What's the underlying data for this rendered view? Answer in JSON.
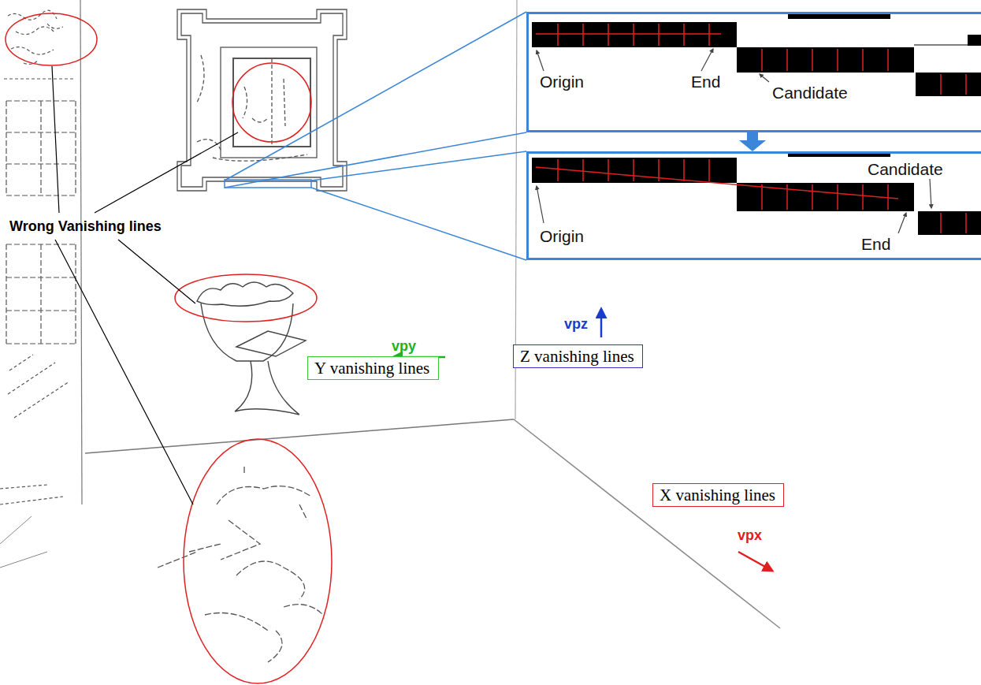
{
  "diagram": {
    "nodes": [
      {
        "text": [
          "Origin",
          "End",
          "Candidate"
        ]
      },
      {
        "text": [
          "Candidate",
          "Origin",
          "End"
        ]
      },
      {
        "text": [
          "Y vanishing lines"
        ]
      },
      {
        "text": [
          "Z vanishing lines"
        ]
      },
      {
        "text": [
          "X vanishing lines"
        ]
      }
    ],
    "edges": [
      {
        "from": 0,
        "to": 1,
        "arrow": "to"
      }
    ],
    "labels": [
      "Wrong Vanishing lines",
      "vpy",
      "vpz",
      "vpx"
    ]
  }
}
